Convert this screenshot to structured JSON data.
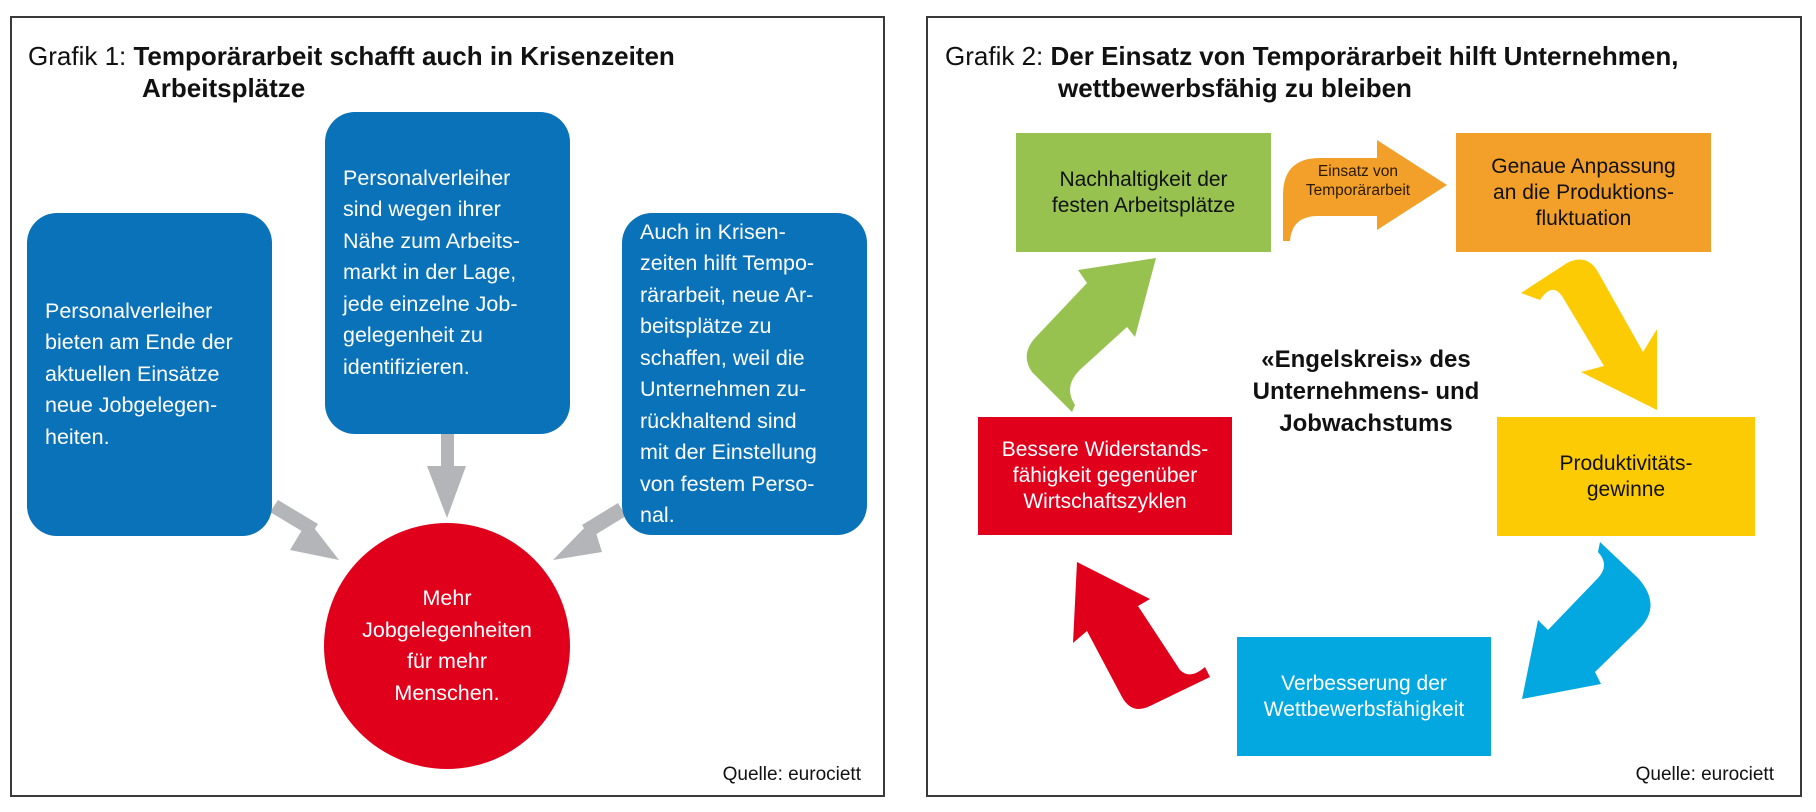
{
  "colors": {
    "blue_box": "#0a72b9",
    "red_circle": "#e0001b",
    "gray_arrow": "#b3b5b8",
    "green": "#97c24f",
    "orange": "#f2a02a",
    "yellow": "#fdcb03",
    "light_blue": "#04a8e0",
    "red": "#e0001b"
  },
  "graphic1": {
    "prefix": "Grafik 1:",
    "title_line1": "Temporärarbeit schafft auch in Krisenzeiten",
    "title_line2": "Arbeitsplätze",
    "box_left": {
      "lines": [
        "Personalverleiher",
        "bieten am Ende der",
        "aktuellen Einsätze",
        "neue Jobgelegen-",
        "heiten."
      ]
    },
    "box_middle": {
      "lines": [
        "Personalverleiher",
        "sind wegen ihrer",
        "Nähe zum Arbeits-",
        "markt in der Lage,",
        "jede einzelne Job-",
        "gelegenheit zu",
        "identifizieren."
      ]
    },
    "box_right": {
      "lines": [
        "Auch in Krisen-",
        "zeiten hilft Tempo-",
        "rärarbeit, neue Ar-",
        "beitsplätze zu",
        "schaffen, weil die",
        "Unternehmen zu-",
        "rückhaltend sind",
        "mit der Einstellung",
        "von festem Perso-",
        "nal."
      ]
    },
    "center_circle": {
      "lines": [
        "Mehr",
        "Jobgelegenheiten",
        "für mehr",
        "Menschen."
      ]
    },
    "source": "Quelle: eurociett"
  },
  "graphic2": {
    "prefix": "Grafik 2:",
    "title_line1": "Der Einsatz von Temporärarbeit hilft Unternehmen,",
    "title_line2": "wettbewerbsfähig zu bleiben",
    "center_label": {
      "lines": [
        "«Engelskreis» des",
        "Unternehmens- und",
        "Jobwachstums"
      ]
    },
    "arrow_label": {
      "lines": [
        "Einsatz von",
        "Temporärarbeit"
      ]
    },
    "steps": {
      "green": {
        "lines": [
          "Nachhaltigkeit der",
          "festen Arbeitsplätze"
        ]
      },
      "orange": {
        "lines": [
          "Genaue Anpassung",
          "an die Produktions-",
          "fluktuation"
        ]
      },
      "yellow": {
        "lines": [
          "Produktivitäts-",
          "gewinne"
        ]
      },
      "blue": {
        "lines": [
          "Verbesserung der",
          "Wettbewerbsfähigkeit"
        ]
      },
      "red": {
        "lines": [
          "Bessere Widerstands-",
          "fähigkeit gegenüber",
          "Wirtschaftszyklen"
        ]
      }
    },
    "source": "Quelle: eurociett"
  }
}
